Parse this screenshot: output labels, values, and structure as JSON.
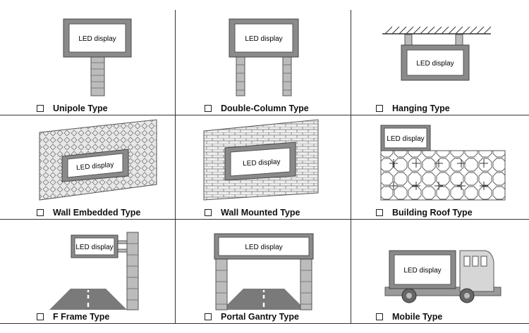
{
  "sign_text": "LED display",
  "colors": {
    "line": "#333333",
    "frame": "#8a8a8a",
    "panel": "#ffffff",
    "column": "#bcbcbc",
    "road": "#7a7a7a"
  },
  "cells": [
    {
      "id": "unipole",
      "label": "Unipole Type",
      "icon": "unipole-diagram"
    },
    {
      "id": "double-column",
      "label": "Double-Column Type",
      "icon": "double-column-diagram"
    },
    {
      "id": "hanging",
      "label": "Hanging Type",
      "icon": "hanging-diagram"
    },
    {
      "id": "wall-embedded",
      "label": "Wall Embedded Type",
      "icon": "wall-embedded-diagram"
    },
    {
      "id": "wall-mounted",
      "label": "Wall Mounted Type",
      "icon": "wall-mounted-diagram"
    },
    {
      "id": "building-roof",
      "label": "Building Roof Type",
      "icon": "building-roof-diagram"
    },
    {
      "id": "f-frame",
      "label": "F Frame Type",
      "icon": "f-frame-diagram"
    },
    {
      "id": "portal-gantry",
      "label": "Portal Gantry Type",
      "icon": "portal-gantry-diagram"
    },
    {
      "id": "mobile",
      "label": "Mobile Type",
      "icon": "mobile-diagram"
    }
  ]
}
